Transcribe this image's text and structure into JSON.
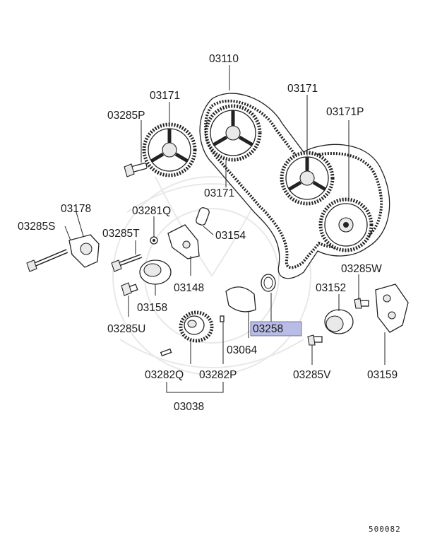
{
  "highlight_color": "#b9bde6",
  "diagram_code": "500082",
  "labels": {
    "p03110": "03110",
    "p03171_a": "03171",
    "p03171_b": "03171",
    "p03171_c": "03171",
    "p03171P": "03171P",
    "p03285P": "03285P",
    "p03178": "03178",
    "p03281Q": "03281Q",
    "p03285S": "03285S",
    "p03285T": "03285T",
    "p03154": "03154",
    "p03148": "03148",
    "p03158": "03158",
    "p03285U": "03285U",
    "p03285W": "03285W",
    "p03152": "03152",
    "p03258": "03258",
    "p03064": "03064",
    "p03285V": "03285V",
    "p03159": "03159",
    "p03282Q": "03282Q",
    "p03282P": "03282P",
    "p03038": "03038"
  }
}
